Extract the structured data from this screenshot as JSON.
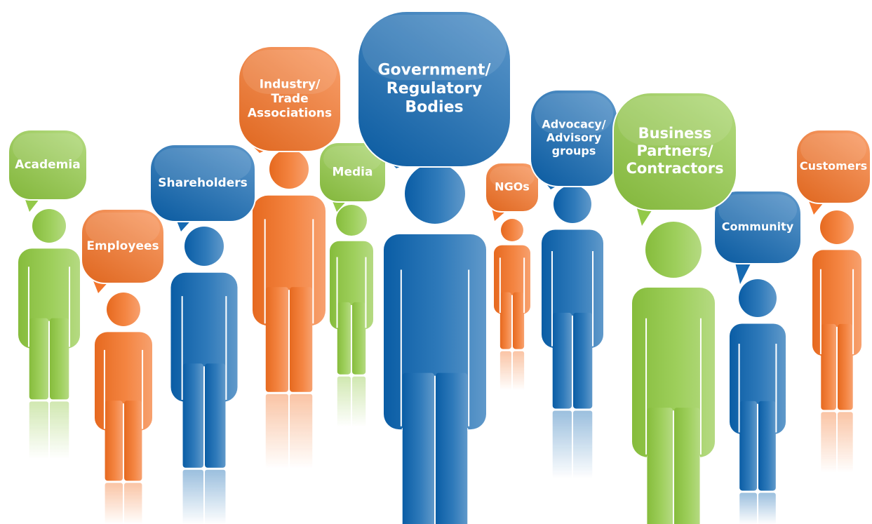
{
  "colors": {
    "green": "#8dc63f",
    "orange": "#f26f21",
    "blue": "#0a62ae",
    "background": "#ffffff"
  },
  "stakeholders": [
    {
      "id": "academia",
      "label_lines": [
        "Academia"
      ],
      "color": "green"
    },
    {
      "id": "employees",
      "label_lines": [
        "Employees"
      ],
      "color": "orange"
    },
    {
      "id": "shareholders",
      "label_lines": [
        "Shareholders"
      ],
      "color": "blue"
    },
    {
      "id": "industry",
      "label_lines": [
        "Industry/",
        "Trade",
        "Associations"
      ],
      "color": "orange"
    },
    {
      "id": "media",
      "label_lines": [
        "Media"
      ],
      "color": "green"
    },
    {
      "id": "government",
      "label_lines": [
        "Government/",
        "Regulatory",
        "Bodies"
      ],
      "color": "blue"
    },
    {
      "id": "ngos",
      "label_lines": [
        "NGOs"
      ],
      "color": "orange"
    },
    {
      "id": "advocacy",
      "label_lines": [
        "Advocacy/",
        "Advisory",
        "groups"
      ],
      "color": "blue"
    },
    {
      "id": "business",
      "label_lines": [
        "Business",
        "Partners/",
        "Contractors"
      ],
      "color": "green"
    },
    {
      "id": "community",
      "label_lines": [
        "Community"
      ],
      "color": "blue"
    },
    {
      "id": "customers",
      "label_lines": [
        "Customers"
      ],
      "color": "orange"
    }
  ]
}
